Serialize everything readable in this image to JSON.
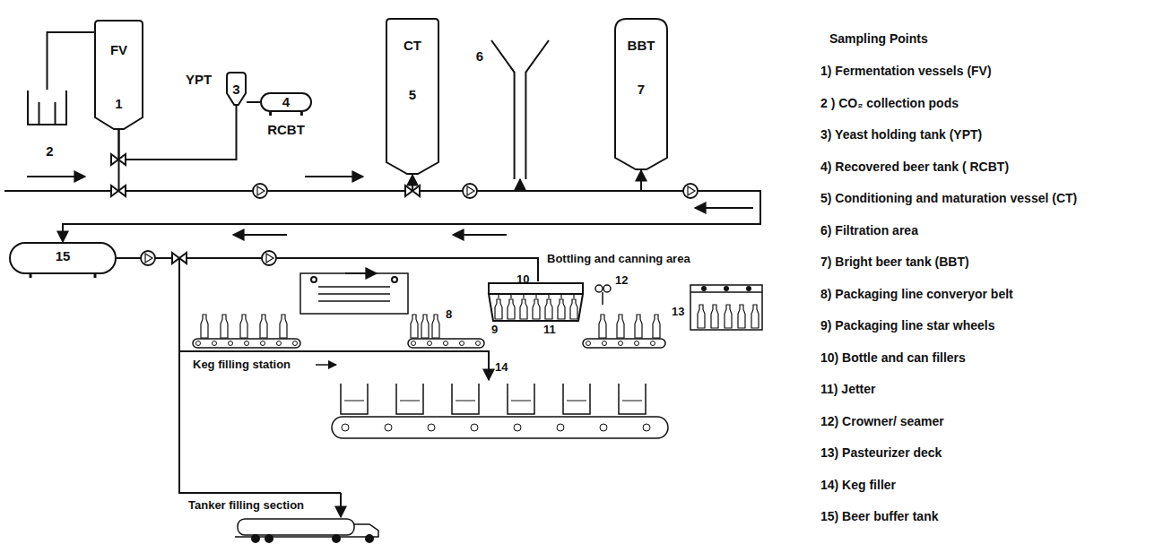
{
  "diagram": {
    "nodes": [
      {
        "text": [
          "FV",
          "1"
        ]
      },
      {
        "text": [
          "2"
        ]
      },
      {
        "text": [
          "YPT",
          "3"
        ]
      },
      {
        "text": [
          "4",
          "RCBT"
        ]
      },
      {
        "text": [
          "CT",
          "5"
        ]
      },
      {
        "text": [
          "6"
        ]
      },
      {
        "text": [
          "BBT",
          "7"
        ]
      },
      {
        "text": [
          "15"
        ]
      }
    ],
    "edges": [
      {
        "from": 0,
        "to": 1,
        "arrow": "none"
      },
      {
        "from": 0,
        "to": 2,
        "arrow": "none"
      },
      {
        "from": 2,
        "to": 3,
        "arrow": "none"
      },
      {
        "from": 0,
        "to": 4,
        "arrow": "to"
      },
      {
        "from": 4,
        "to": 5,
        "arrow": "to"
      },
      {
        "from": 5,
        "to": 6,
        "arrow": "to"
      },
      {
        "from": 6,
        "to": 7,
        "arrow": "to"
      }
    ],
    "labels": [
      "Sampling Points",
      "1)   Fermentation vessels (FV)",
      "2 ) CO₂ collection pods",
      "3)  Yeast holding  tank  (YPT)",
      "4)  Recovered beer tank  ( RCBT)",
      "5)  Conditioning and maturation vessel (CT)",
      "6)  Filtration area",
      "7)  Bright beer tank (BBT)",
      "8)  Packaging line converyor belt",
      "9)  Packaging line star wheels",
      "10)  Bottle and can fillers",
      "11)  Jetter",
      "12)  Crowner/ seamer",
      "13)  Pasteurizer deck",
      "14)  Keg filler",
      "15) Beer buffer tank",
      "Bottling and canning area",
      "10",
      "8",
      "9",
      "11",
      "12",
      "13",
      "Keg filling station",
      "14",
      "Tanker filling section"
    ]
  }
}
